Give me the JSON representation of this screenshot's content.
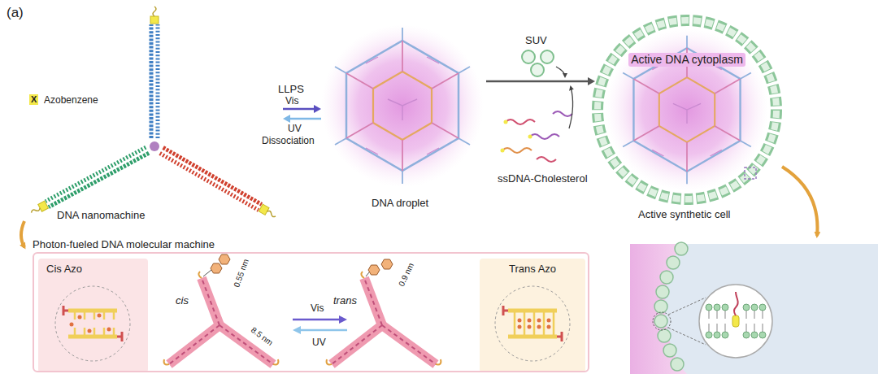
{
  "diagram": {
    "nodes": [
      {
        "text": [
          "DNA nanomachine"
        ]
      },
      {
        "text": [
          "DNA droplet"
        ]
      },
      {
        "text": [
          "Active synthetic cell"
        ]
      },
      {
        "text": [
          "Active DNA cytoplasm"
        ],
        "in": 2
      },
      {
        "text": [
          "Photon-fueled DNA molecular machine"
        ]
      },
      {
        "text": [
          "Cis Azo"
        ],
        "in": 4
      },
      {
        "text": [
          "Trans Azo"
        ],
        "in": 4
      }
    ],
    "edges": [
      {
        "from": 0,
        "to": 1,
        "arrow": "both"
      },
      {
        "from": 1,
        "to": 2,
        "arrow": "to"
      }
    ],
    "labels": [
      "(a)",
      "X",
      "Azobenzene",
      "LLPS",
      "Vis",
      "UV",
      "Dissociation",
      "SUV",
      "ssDNA-Cholesterol",
      "cis",
      "0.55 nm",
      "trans",
      "0.9 nm",
      "8.5 nm",
      "Vis",
      "UV"
    ]
  }
}
